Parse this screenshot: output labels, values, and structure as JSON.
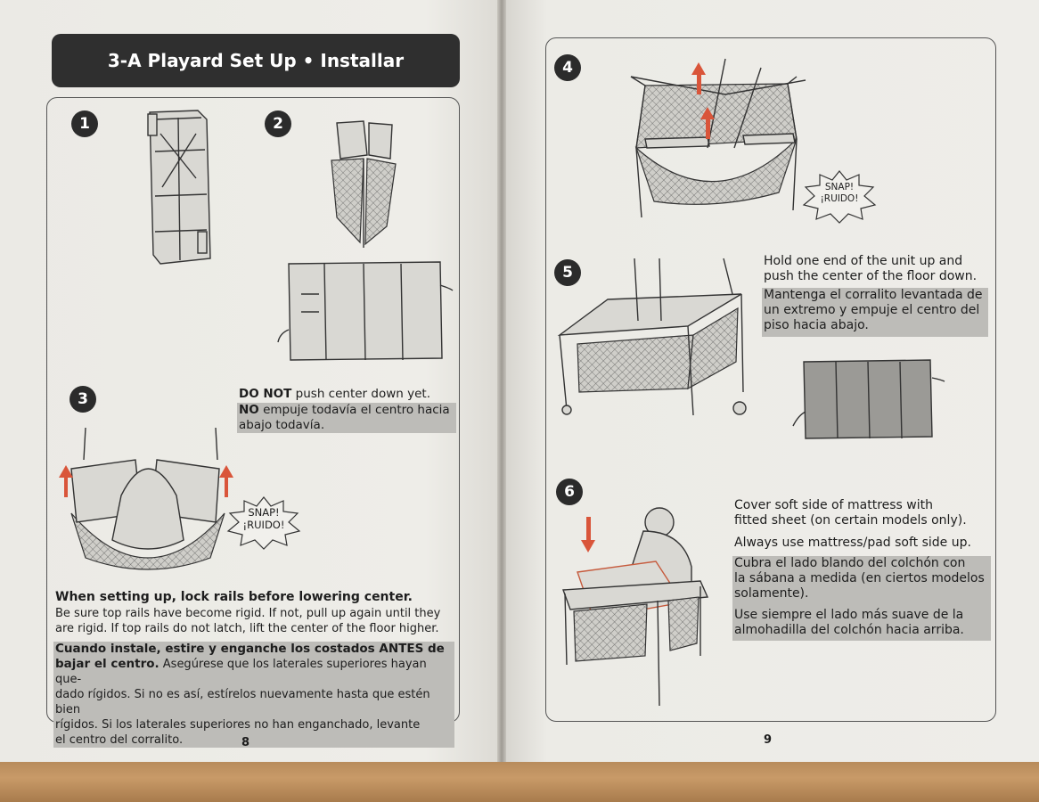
{
  "left_page": {
    "header": "3-A  Playard Set Up • Installar",
    "steps": [
      "1",
      "2",
      "3"
    ],
    "step3": {
      "en_bold": "DO NOT",
      "en_rest": " push center down yet.",
      "es_bold": "NO",
      "es_line1": " empuje todavía el centro hacia",
      "es_line2": "abajo todavía."
    },
    "snap_label_en": "SNAP!",
    "snap_label_es": "¡RUIDO!",
    "warning": {
      "heading": "When setting up, lock rails before lowering center.",
      "line1": "Be sure top rails have become rigid. If not, pull up again until they",
      "line2": "are rigid. If top rails do not latch, lift the center of the floor higher.",
      "es_bold1": "Cuando instale, estire y enganche los costados ANTES de",
      "es_bold2": "bajar el centro.",
      "es_rest2": " Asegúrese que los laterales superiores hayan que-",
      "es_line3": "dado rígidos. Si no es así, estírelos nuevamente hasta que estén bien",
      "es_line4": "rígidos. Si los laterales superiores no han enganchado, levante",
      "es_line5": "el centro del corralito."
    },
    "page_number": "8"
  },
  "right_page": {
    "steps": [
      "4",
      "5",
      "6"
    ],
    "snap_label_en": "SNAP!",
    "snap_label_es": "¡RUIDO!",
    "step5": {
      "en_line1": "Hold one end of the unit up and",
      "en_line2": "push the center of the floor down.",
      "es_line1": "Mantenga el corralito levantada de",
      "es_line2": "un extremo y empuje el centro del",
      "es_line3": "piso hacia abajo."
    },
    "step6": {
      "en_line1": "Cover soft side of mattress with",
      "en_line2": "fitted sheet (on certain models only).",
      "en_line3": "Always use mattress/pad soft side up.",
      "es_line1": "Cubra el lado blando del colchón con",
      "es_line2": "la sábana a medida (en ciertos modelos",
      "es_line3": "solamente).",
      "es_line4": "Use siempre el lado más suave de la",
      "es_line5": "almohadilla del colchón hacia arriba."
    },
    "page_number": "9"
  },
  "colors": {
    "header_bg": "#2f2f2f",
    "shade": "#bdbcb8",
    "arrow": "#d9553a"
  }
}
